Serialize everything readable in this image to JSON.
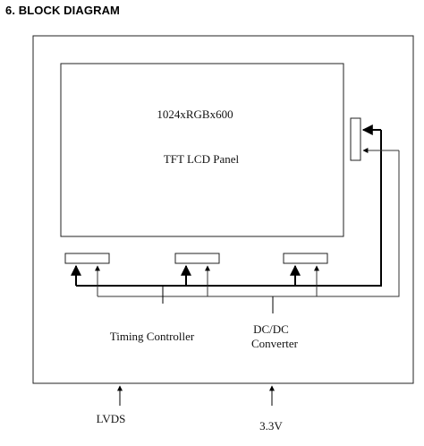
{
  "heading": "6. BLOCK DIAGRAM",
  "diagram": {
    "panel_resolution": "1024xRGBx600",
    "panel_name": "TFT LCD Panel",
    "timing_controller": "Timing Controller",
    "dcdc_line1": "DC/DC",
    "dcdc_line2": "Converter",
    "input_lvds": "LVDS",
    "input_power": "3.3V"
  }
}
